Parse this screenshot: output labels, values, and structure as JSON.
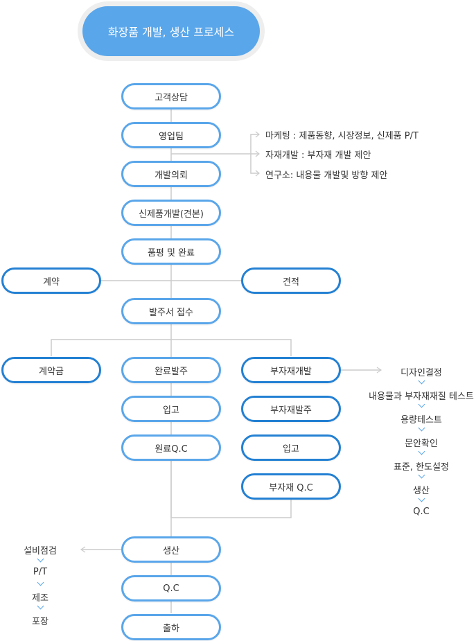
{
  "title": "화장품 개발, 생산 프로세스",
  "main_flow": {
    "consult": "고객상담",
    "sales_team": "영업팀",
    "dev_request": "개발의뢰",
    "new_product": "신제품개발(견본)",
    "evaluation": "품평 및 완료",
    "contract": "계약",
    "estimate": "견적",
    "order_receipt": "발주서 접수"
  },
  "sales_notes": [
    "마케팅 : 제품동향, 시장정보, 신제품 P/T",
    "자재개발 : 부자재 개발 제안",
    "연구소: 내용물 개발및 방향 제안"
  ],
  "branches": {
    "deposit": "계약금",
    "raw": [
      "완료발주",
      "입고",
      "원료Q.C"
    ],
    "sub": [
      "부자재개발",
      "부자재발주",
      "입고",
      "부자재 Q.C"
    ]
  },
  "sub_dev_steps": [
    "디자인결정",
    "내용물과 부자재재질 테스트",
    "용량테스트",
    "문안확인",
    "표준, 한도설정",
    "생산",
    "Q.C"
  ],
  "production": [
    "생산",
    "Q.C",
    "출하"
  ],
  "production_steps": [
    "설비점검",
    "P/T",
    "제조",
    "포장"
  ]
}
